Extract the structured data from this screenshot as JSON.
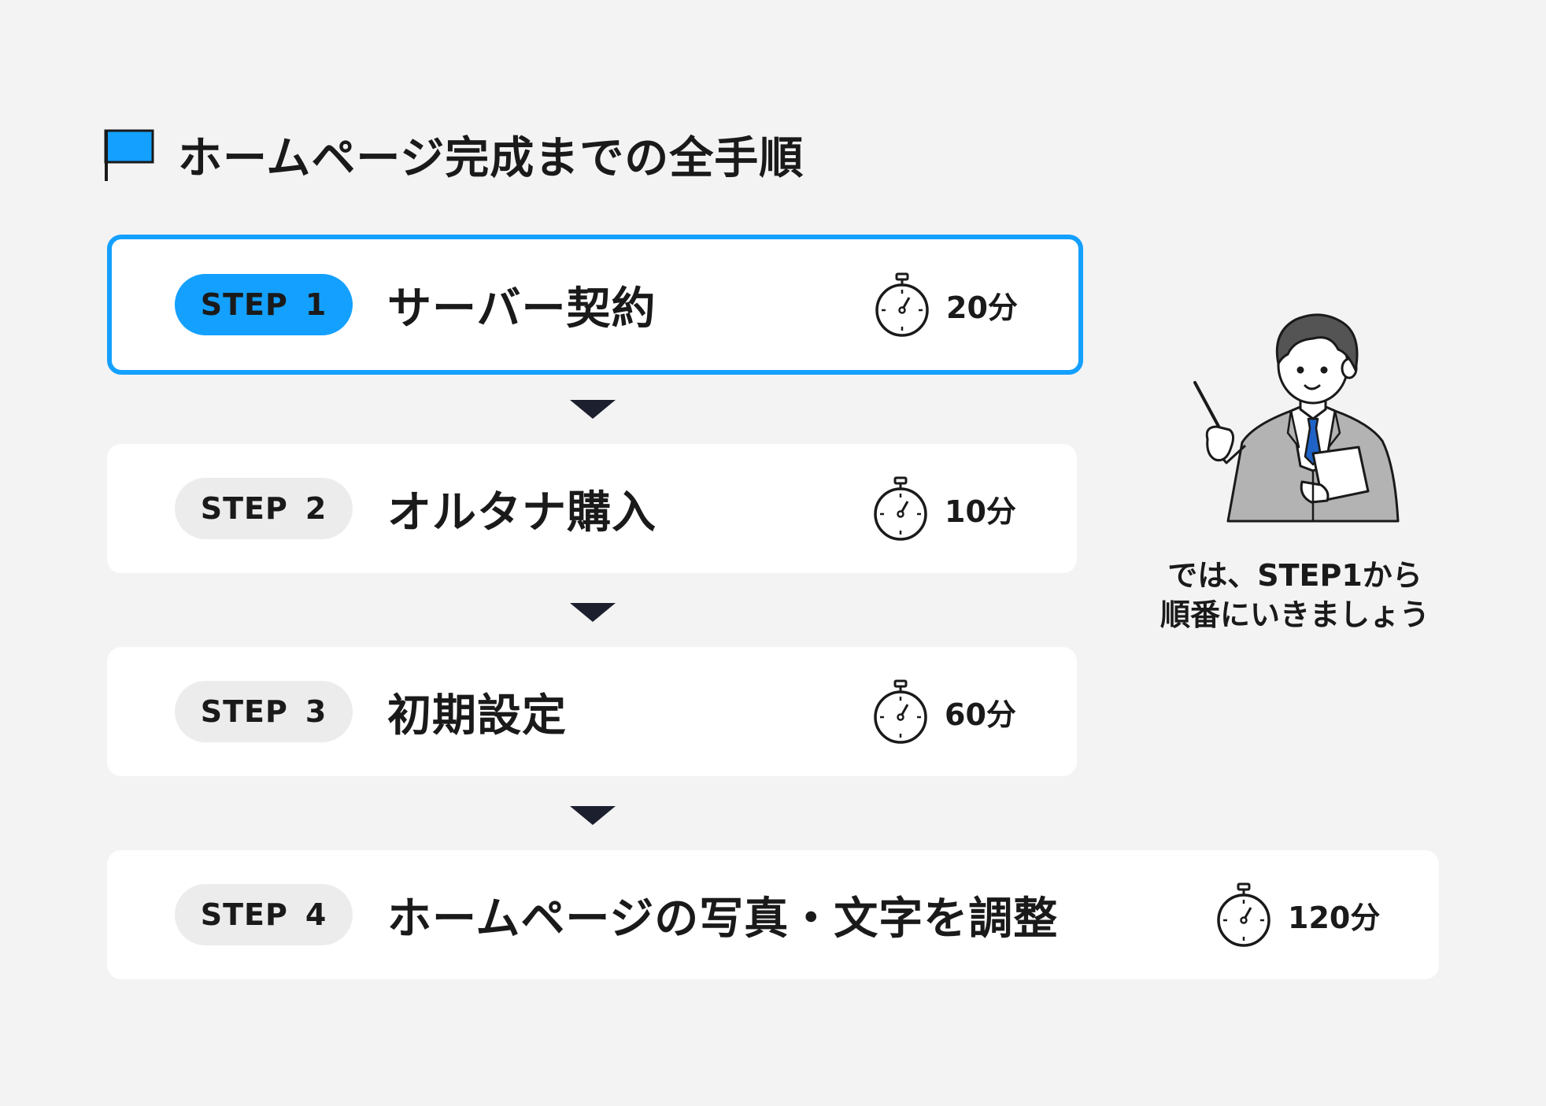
{
  "header": {
    "title": "ホームページ完成までの全手順",
    "icon": "flag-icon",
    "icon_color": "#14a0ff"
  },
  "steps": [
    {
      "badge_word": "STEP",
      "number": "1",
      "label": "サーバー契約",
      "time": "20分",
      "active": true
    },
    {
      "badge_word": "STEP",
      "number": "2",
      "label": "オルタナ購入",
      "time": "10分",
      "active": false
    },
    {
      "badge_word": "STEP",
      "number": "3",
      "label": "初期設定",
      "time": "60分",
      "active": false
    },
    {
      "badge_word": "STEP",
      "number": "4",
      "label": "ホームページの写真・文字を調整",
      "time": "120分",
      "active": false
    }
  ],
  "speech": {
    "line1": "では、STEP1から",
    "line2": "順番にいきましょう"
  },
  "colors": {
    "accent": "#14a0ff",
    "background": "#f3f3f3",
    "card": "#ffffff",
    "badge_inactive": "#ececec",
    "text": "#1a1a1a",
    "arrow": "#1c1f2e"
  },
  "icons": [
    "flag-icon",
    "stopwatch-icon",
    "arrow-down-icon",
    "teacher-illustration"
  ]
}
